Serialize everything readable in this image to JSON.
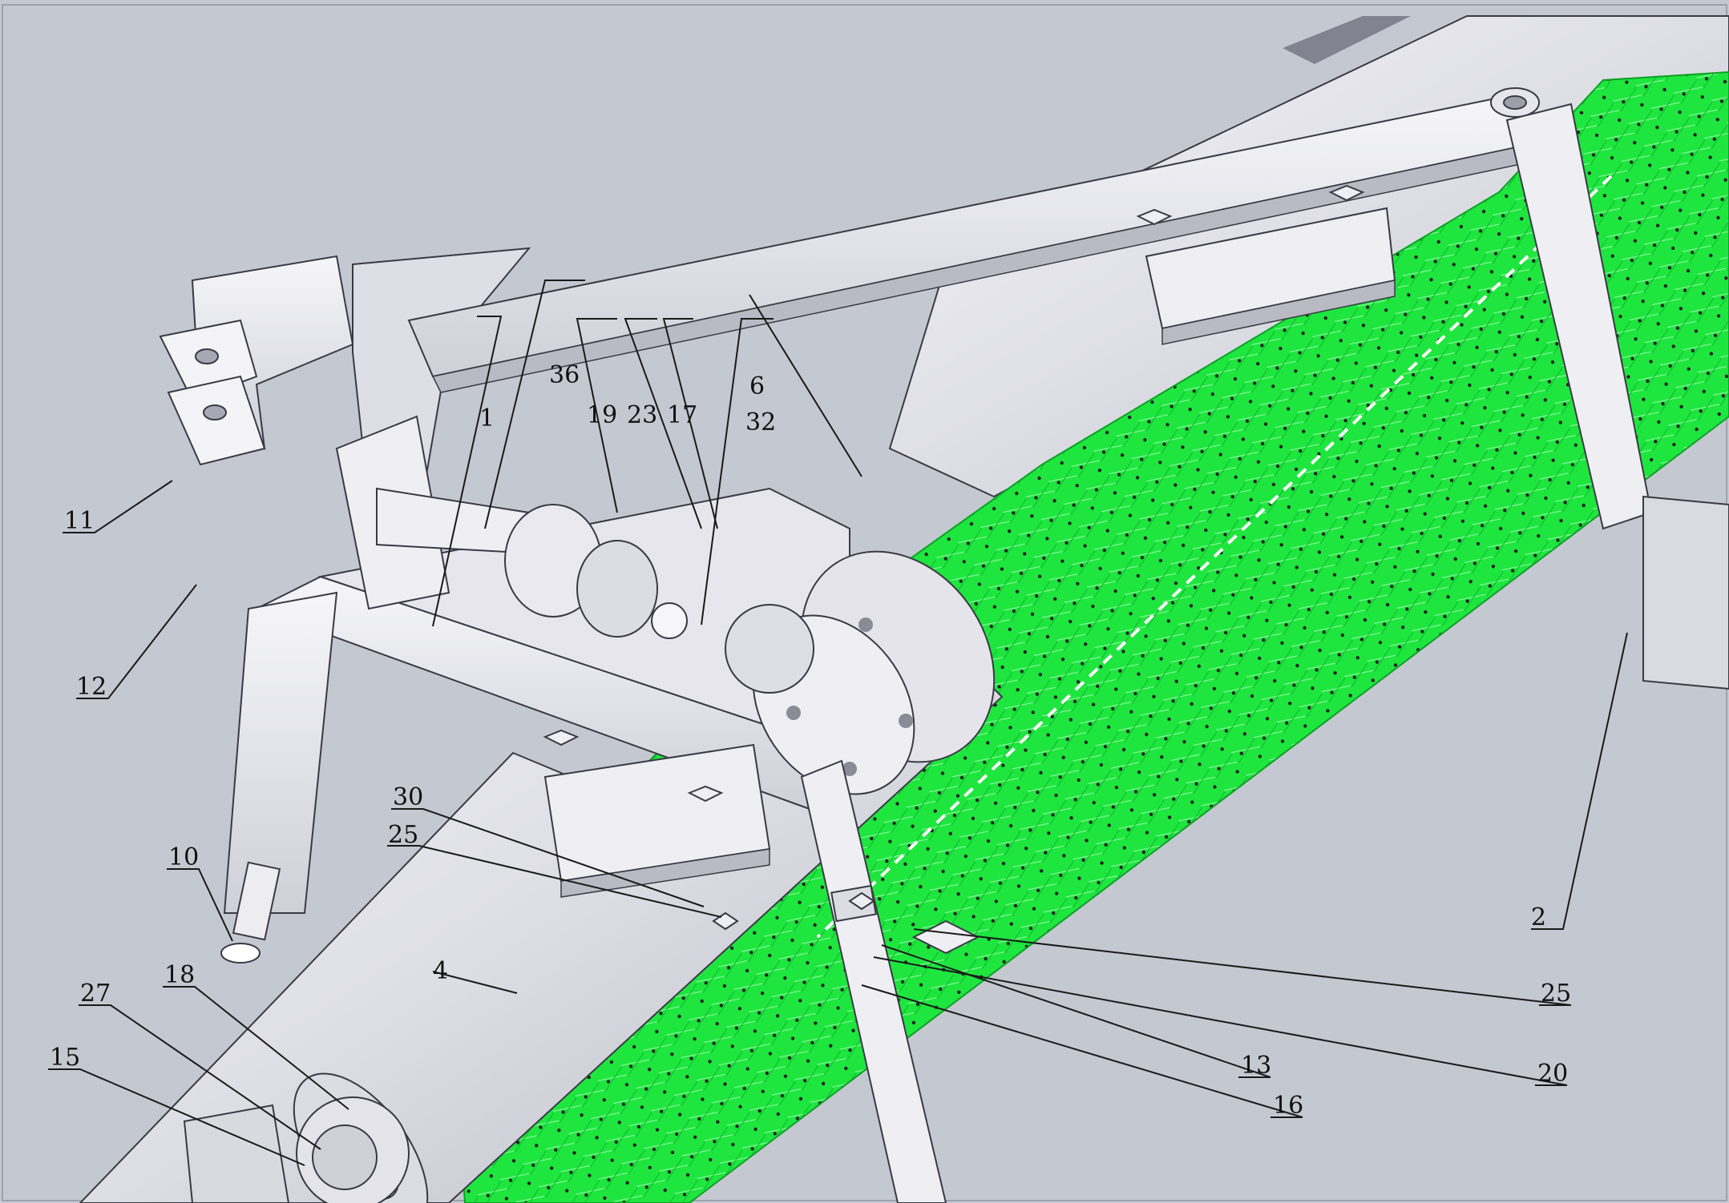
{
  "diagram": {
    "labels": [
      {
        "id": "c1",
        "text": "1"
      },
      {
        "id": "c36",
        "text": "36"
      },
      {
        "id": "c6",
        "text": "6"
      },
      {
        "id": "c19",
        "text": "19"
      },
      {
        "id": "c23",
        "text": "23"
      },
      {
        "id": "c17",
        "text": "17"
      },
      {
        "id": "c32",
        "text": "32"
      },
      {
        "id": "c11",
        "text": "11"
      },
      {
        "id": "c12",
        "text": "12"
      },
      {
        "id": "c30",
        "text": "30"
      },
      {
        "id": "c25a",
        "text": "25"
      },
      {
        "id": "c10",
        "text": "10"
      },
      {
        "id": "c18",
        "text": "18"
      },
      {
        "id": "c4",
        "text": "4"
      },
      {
        "id": "c27",
        "text": "27"
      },
      {
        "id": "c15",
        "text": "15"
      },
      {
        "id": "c2",
        "text": "2"
      },
      {
        "id": "c25b",
        "text": "25"
      },
      {
        "id": "c13",
        "text": "13"
      },
      {
        "id": "c20",
        "text": "20"
      },
      {
        "id": "c16",
        "text": "16"
      }
    ]
  },
  "colors": {
    "background": "#c4c8d1",
    "metal_light": "#f2f2f6",
    "metal_mid": "#d9d9e0",
    "metal_dark": "#a7a8b3",
    "outline": "#3a3a44",
    "brush_green": "#19e33a",
    "leader_line": "#1a1a1a"
  }
}
